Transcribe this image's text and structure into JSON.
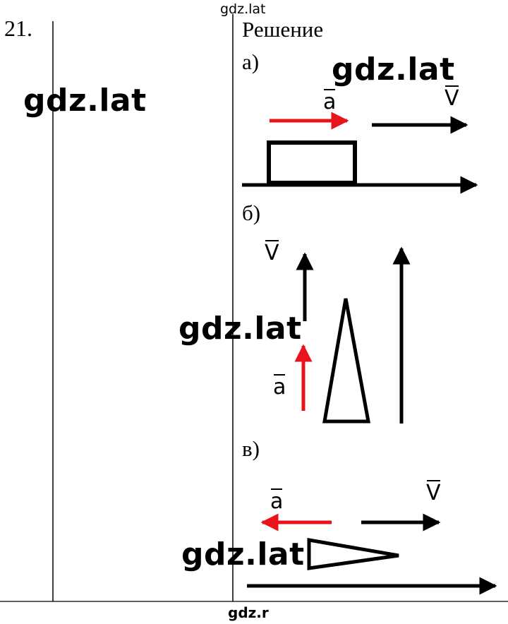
{
  "problem": {
    "number": "21.",
    "heading": "Решение"
  },
  "parts": [
    {
      "label": "а)",
      "velocity_label": "V",
      "acceleration_label": "a"
    },
    {
      "label": "б)",
      "velocity_label": "V",
      "acceleration_label": "a"
    },
    {
      "label": "в)",
      "velocity_label": "V",
      "acceleration_label": "a"
    }
  ],
  "watermarks": {
    "top": "gdz.lat",
    "left": "gdz.lat",
    "part_a": "gdz.lat",
    "middle": "gdz.lat",
    "bottom": "gdz.lat",
    "footer": "gdz.r"
  },
  "colors": {
    "acceleration": "#e8141c",
    "ink": "#000000"
  }
}
